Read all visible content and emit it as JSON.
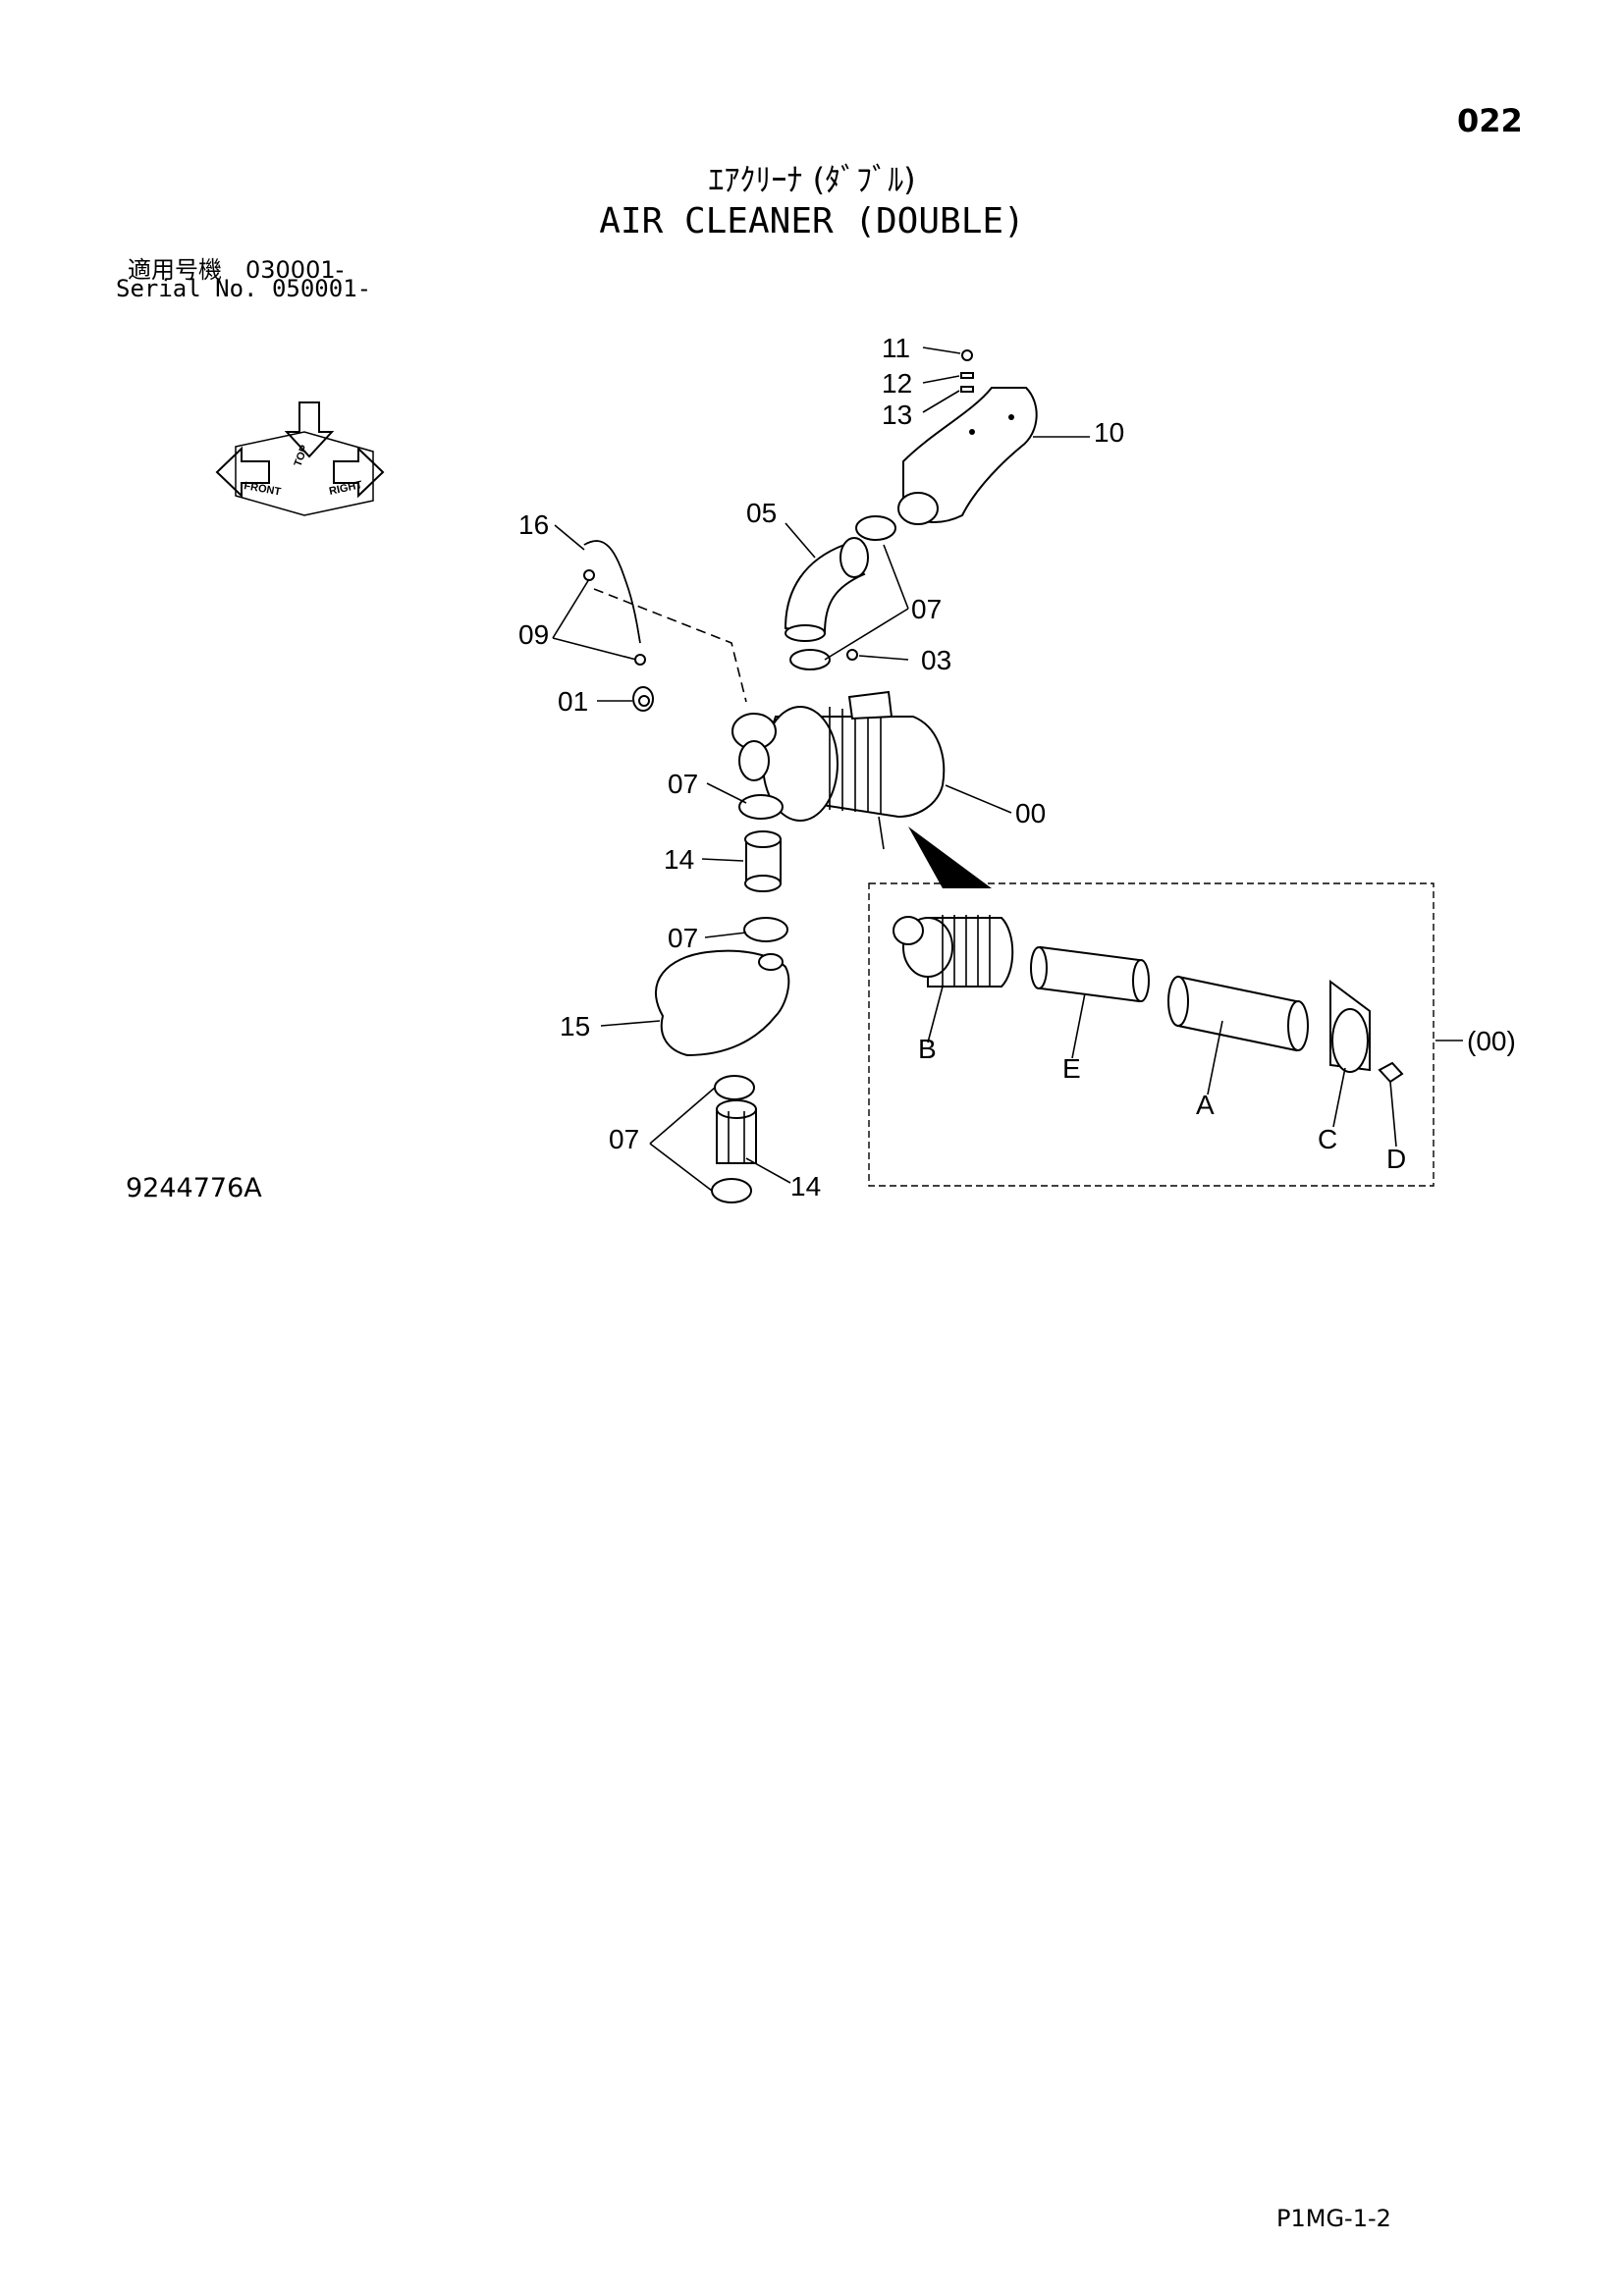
{
  "page": {
    "number": "022",
    "title_jp": "ｴｱｸﾘｰﾅ (ﾀﾞﾌﾞﾙ)",
    "title_en": "AIR CLEANER (DOUBLE)",
    "serial_jp": "適用号機　030001-",
    "serial_en": "Serial No. 050001-",
    "drawing_number": "9244776A",
    "footer_code": "P1MG-1-2"
  },
  "orientation": {
    "front": "FRONT",
    "top": "TOP",
    "right": "RIGHT"
  },
  "callouts": {
    "c11": "11",
    "c12": "12",
    "c13": "13",
    "c10": "10",
    "c16": "16",
    "c05": "05",
    "c07a": "07",
    "c09": "09",
    "c03": "03",
    "c01": "01",
    "c07b": "07",
    "c00": "00",
    "c14a": "14",
    "c07c": "07",
    "c15": "15",
    "c07d": "07",
    "c14b": "14"
  },
  "detail": {
    "group": "(00)",
    "A": "A",
    "B": "B",
    "C": "C",
    "D": "D",
    "E": "E"
  }
}
